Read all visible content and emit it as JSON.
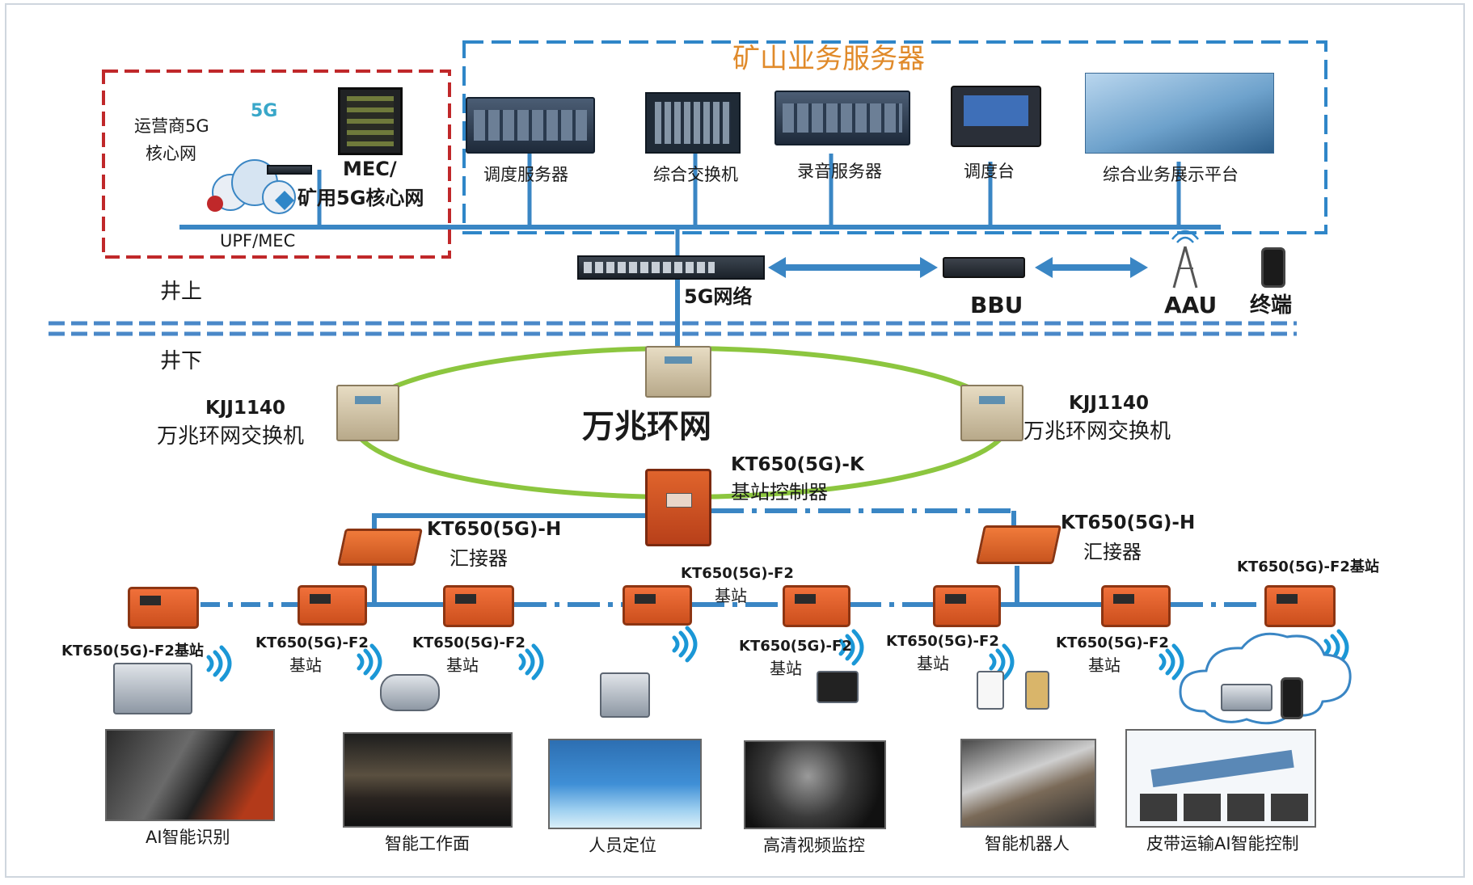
{
  "sections": {
    "above": "井上",
    "below": "井下"
  },
  "core": {
    "operator": [
      "运营商5G",
      "核心网"
    ],
    "fiveg": "5G",
    "mec": [
      "MEC/",
      "矿用5G核心网"
    ],
    "upf": "UPF/MEC"
  },
  "servers": {
    "title": "矿山业务服务器",
    "items": [
      "调度服务器",
      "综合交换机",
      "录音服务器",
      "调度台",
      "综合业务展示平台"
    ]
  },
  "network": {
    "label": "5G网络",
    "bbu": "BBU",
    "aau": "AAU",
    "terminal": "终端"
  },
  "ring": {
    "title": "万兆环网",
    "left_switch": [
      "KJJ1140",
      "万兆环网交换机"
    ],
    "right_switch": [
      "KJJ1140",
      "万兆环网交换机"
    ]
  },
  "controller": [
    "KT650(5G)-K",
    "基站控制器"
  ],
  "hubs": {
    "left": [
      "KT650(5G)-H",
      "汇接器"
    ],
    "right": [
      "KT650(5G)-H",
      "汇接器"
    ]
  },
  "base_stations": {
    "s1": [
      "KT650(5G)-F2基站"
    ],
    "s2": [
      "KT650(5G)-F2",
      "基站"
    ],
    "s3": [
      "KT650(5G)-F2",
      "基站"
    ],
    "s4": [
      "KT650(5G)-F2",
      "基站"
    ],
    "s5": [
      "KT650(5G)-F2",
      "基站"
    ],
    "s6": [
      "KT650(5G)-F2",
      "基站"
    ],
    "s7": [
      "KT650(5G)-F2",
      "基站"
    ],
    "s8": [
      "KT650(5G)-F2基站"
    ]
  },
  "applications": [
    "AI智能识别",
    "智能工作面",
    "人员定位",
    "高清视频监控",
    "智能机器人",
    "皮带运输AI智能控制"
  ],
  "colors": {
    "bus_blue": "#3a86c4",
    "dashed_red": "#c0282a",
    "dashed_blue": "#2f86c8",
    "ring_green": "#8cc63f",
    "accent_orange": "#e08a2a"
  }
}
